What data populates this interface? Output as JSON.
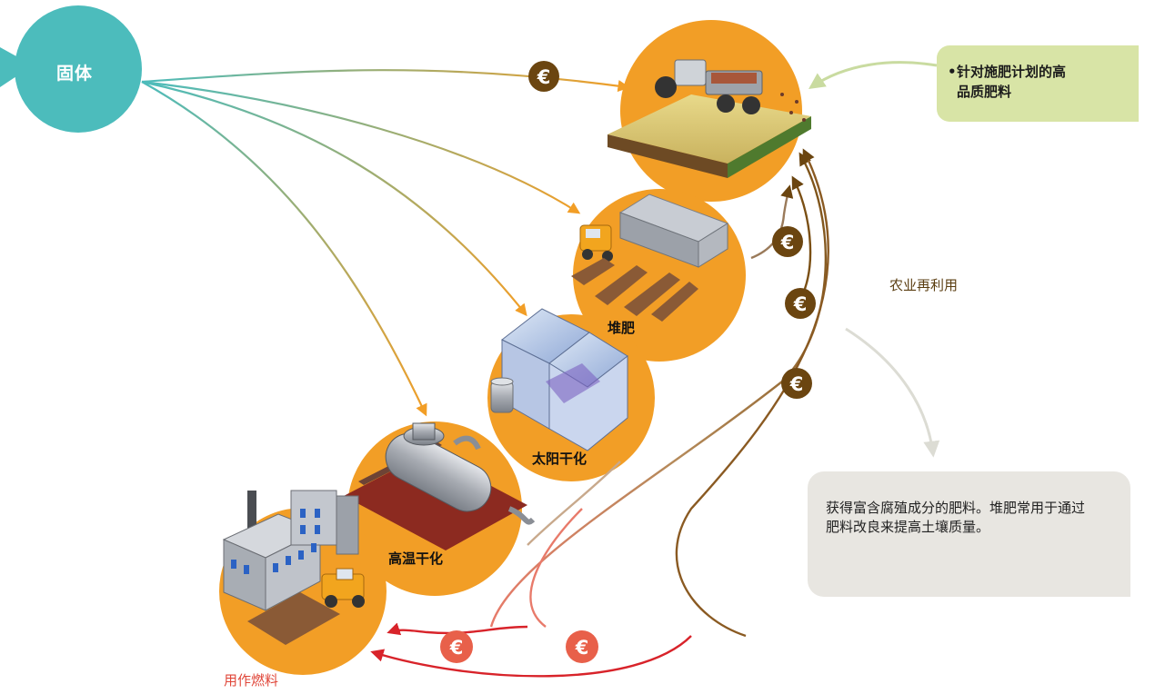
{
  "source": {
    "label": "固体"
  },
  "stages": {
    "compost": "堆肥",
    "solar": "太阳干化",
    "thermal": "高温干化"
  },
  "outcomes": {
    "agri_reuse": "农业再利用",
    "fuel_use": "用作燃料"
  },
  "notes": {
    "fertilizer_bullet": "•",
    "fertilizer_text": "针对施肥计划的高品质肥料",
    "humus_text": "获得富含腐殖成分的肥料。堆肥常用于通过肥料改良来提高土壤质量。"
  },
  "cost_symbol": "€",
  "colors": {
    "teal": "#4cbcbc",
    "orange": "#f29e26",
    "brown": "#6b4510",
    "red": "#e0473a",
    "green_note": "#d8e4a6",
    "grey_note": "#e8e6e1"
  }
}
